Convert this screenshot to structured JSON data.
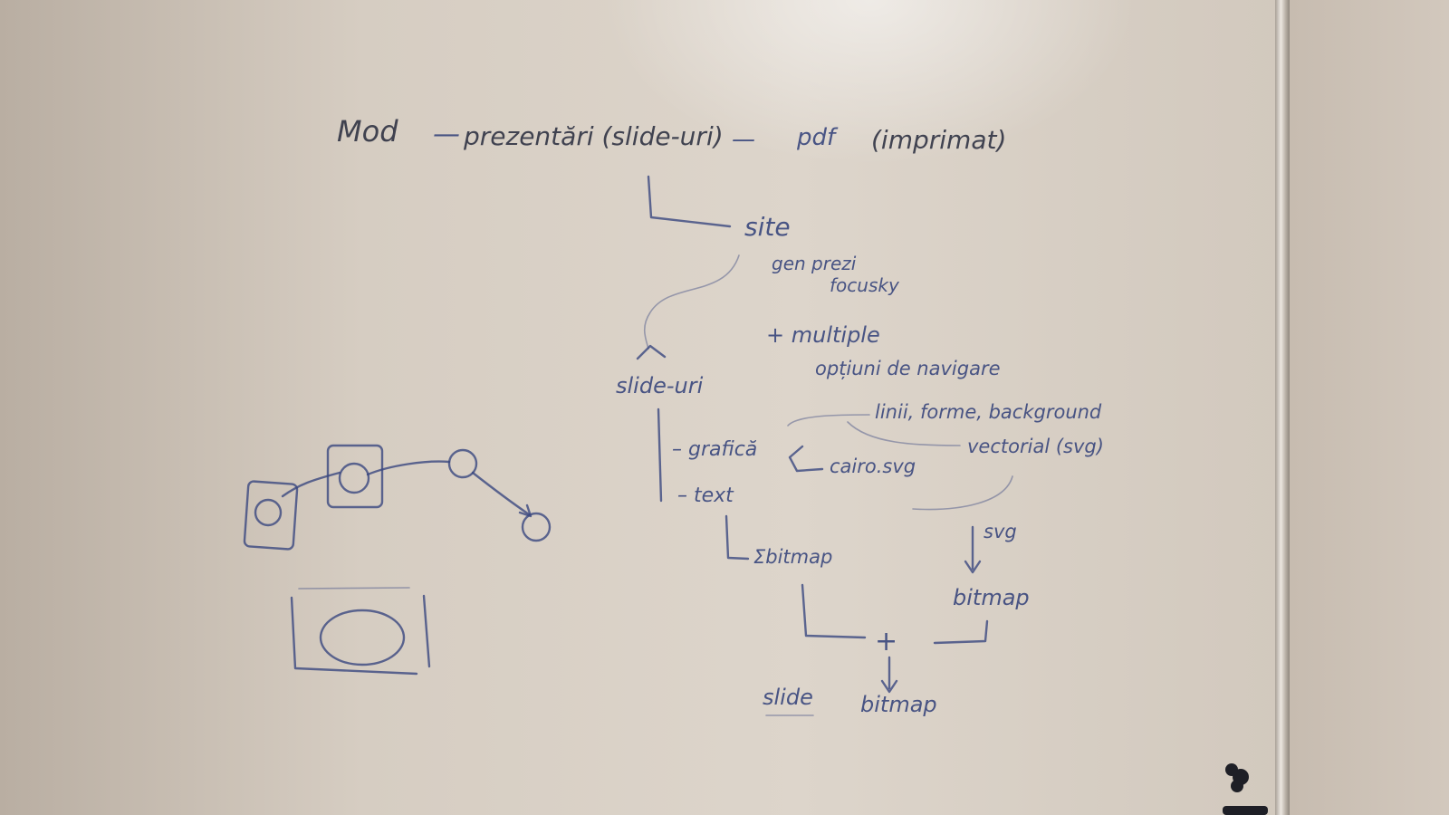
{
  "whiteboard": {
    "title_left": "Mod",
    "title_dash": "—",
    "title_main": "prezentări (slide-uri)",
    "title_dash2": "—",
    "title_pdf": "pdf",
    "title_printed": "(imprimat)",
    "branch_site": "site",
    "site_note_1": "gen prezi",
    "site_note_2": "focusky",
    "plus_multiple": "+ multiple",
    "nav_options": "opțiuni de navigare",
    "slides": "slide-uri",
    "graphics": "– grafică",
    "text": "– text",
    "lines_shapes": "linii, forme, background",
    "vectorial": "vectorial (svg)",
    "cairo": "cairo.svg",
    "svg": "svg",
    "bitmap_right": "bitmap",
    "sum_bitmap": "Σbitmap",
    "plus": "+",
    "slide": "slide",
    "bitmap_bottom": "bitmap"
  }
}
